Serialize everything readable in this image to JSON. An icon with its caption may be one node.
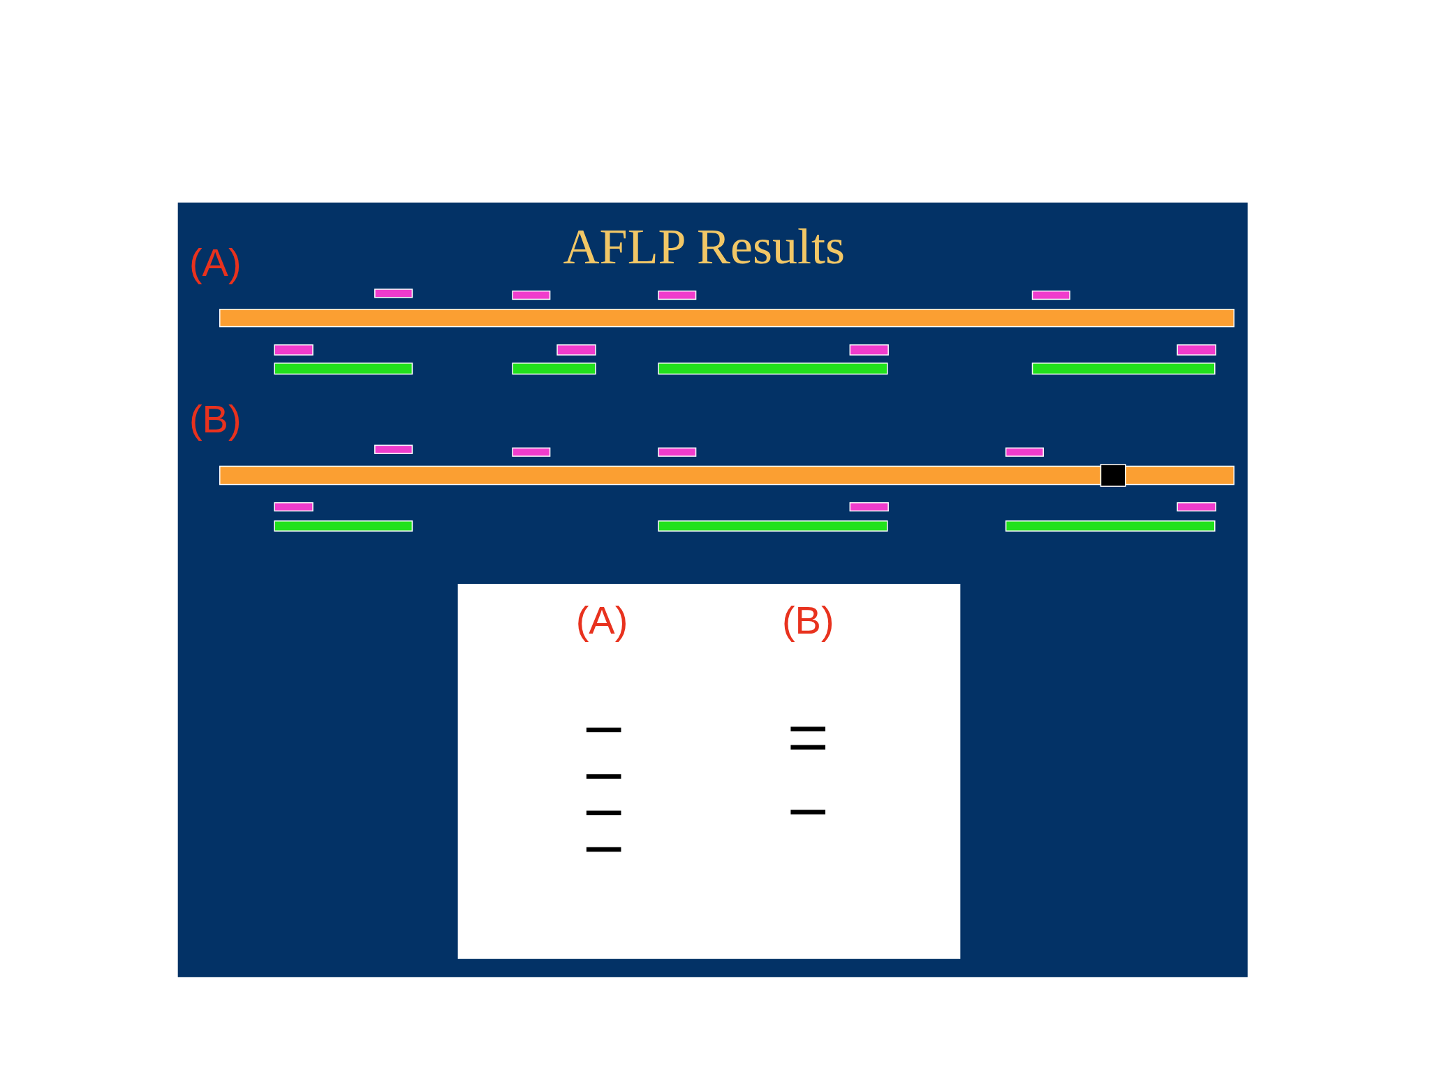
{
  "diagram": {
    "title": "AFLP Results",
    "labels": [
      "(A)",
      "(B)",
      "(A)",
      "(B)"
    ]
  }
}
